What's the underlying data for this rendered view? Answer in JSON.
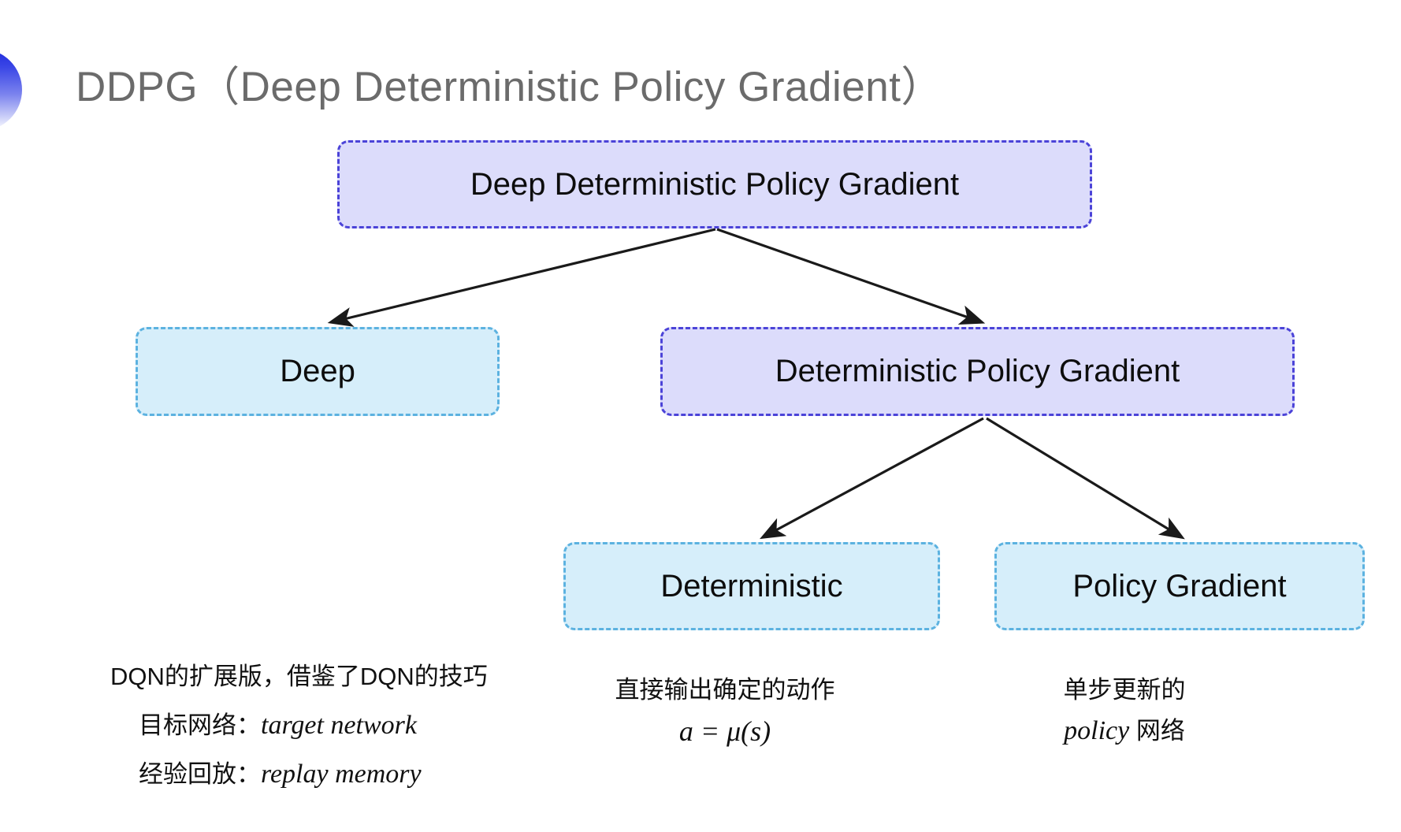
{
  "slide": {
    "title": "DDPG（Deep Deterministic Policy Gradient）",
    "background_color": "#ffffff",
    "bullet_gradient_from": "#1f2bdd",
    "bullet_gradient_to": "#ffffff"
  },
  "diagram": {
    "type": "tree",
    "accent_purple_fill": "#dcdcfb",
    "accent_purple_border": "#4b43d8",
    "accent_blue_fill": "#d6eefa",
    "accent_blue_border": "#5cb2e0",
    "arrow_color": "#1a1a1a",
    "nodes": {
      "root": "Deep Deterministic Policy Gradient",
      "deep": "Deep",
      "dpg": "Deterministic Policy Gradient",
      "deterministic": "Deterministic",
      "policy_gradient": "Policy Gradient"
    },
    "edges": [
      {
        "from": "root",
        "to": "deep"
      },
      {
        "from": "root",
        "to": "dpg"
      },
      {
        "from": "dpg",
        "to": "deterministic"
      },
      {
        "from": "dpg",
        "to": "policy_gradient"
      }
    ]
  },
  "captions": {
    "deep": {
      "line1": "DQN的扩展版，借鉴了DQN的技巧",
      "line2_label": "目标网络：",
      "line2_term": "target network",
      "line3_label": "经验回放：",
      "line3_term": "replay memory"
    },
    "deterministic": {
      "line1": "直接输出确定的动作",
      "formula": "a = μ(s)"
    },
    "policy_gradient": {
      "line1": "单步更新的",
      "line2_term": "policy",
      "line2_tail": " 网络"
    }
  }
}
